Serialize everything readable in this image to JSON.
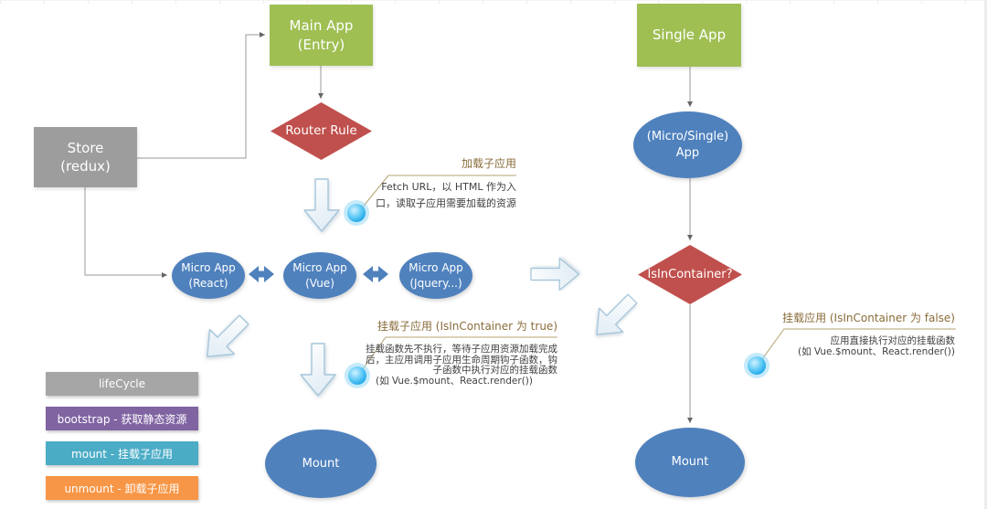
{
  "canvas": {
    "background": "#ffffff"
  },
  "colors": {
    "green_node": "#9fbf53",
    "red_node": "#c0504d",
    "blue_node": "#4f81bd",
    "gray_node": "#9d9d9d",
    "legend_gray": "#a6a6a6",
    "legend_purple": "#8064a2",
    "legend_teal": "#4bacc6",
    "legend_orange": "#f79646",
    "annotation_title": "#8a6d3b",
    "annotation_leader": "#b3a372",
    "annotation_body": "#404040",
    "connector": "#999999",
    "block_arrow_stroke": "#a6c6da",
    "callout_dot": "#2aa7e8"
  },
  "nodes": {
    "main_app": {
      "label": "Main App\n(Entry)"
    },
    "router_rule": {
      "label": "Router Rule"
    },
    "store": {
      "label": "Store\n(redux)"
    },
    "micro_app_react": {
      "label": "Micro App\n(React)"
    },
    "micro_app_vue": {
      "label": "Micro App\n(Vue)"
    },
    "micro_app_jquery": {
      "label": "Micro App\n(Jquery...)"
    },
    "mount_center": {
      "label": "Mount"
    },
    "single_app": {
      "label": "Single App"
    },
    "micro_single_app": {
      "label": "(Micro/Single)\nApp"
    },
    "is_in_container": {
      "label": "IsInContainer?"
    },
    "mount_right": {
      "label": "Mount"
    }
  },
  "legend": {
    "items": [
      {
        "label": "lifeCycle"
      },
      {
        "label": "bootstrap - 获取静态资源"
      },
      {
        "label": "mount - 挂载子应用"
      },
      {
        "label": "unmount - 卸载子应用"
      }
    ]
  },
  "annotations": {
    "load_sub_app": {
      "title": "加载子应用",
      "lines": [
        "Fetch URL，以 HTML 作为入",
        "口，读取子应用需要加载的资源"
      ]
    },
    "mount_in_container": {
      "title": "挂载子应用 (IsInContainer 为 true)",
      "lines": [
        "挂载函数先不执行，等待子应用资源加载完成",
        "后，主应用调用子应用生命周期钩子函数，钩",
        "子函数中执行对应的挂载函数",
        "(如 Vue.$mount、React.render())"
      ]
    },
    "mount_standalone": {
      "title": "挂载应用 (IsInContainer 为 false)",
      "lines": [
        "应用直接执行对应的挂载函数",
        "(如 Vue.$mount、React.render())"
      ]
    }
  }
}
